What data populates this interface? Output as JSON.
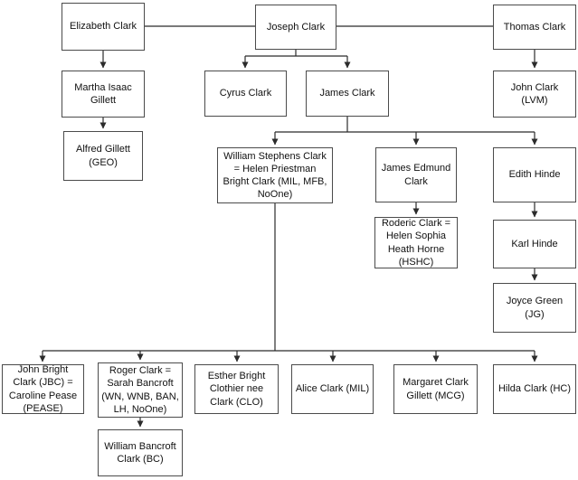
{
  "diagram": {
    "type": "family-tree-flowchart",
    "background_color": "#ffffff",
    "box_border_color": "#4b4b4b",
    "line_color": "#2b2b2b",
    "nodes": {
      "elizabeth": "Elizabeth Clark",
      "joseph": "Joseph Clark",
      "thomas": "Thomas Clark",
      "martha": "Martha Isaac Gillett",
      "cyrus": "Cyrus Clark",
      "james": "James Clark",
      "john": "John Clark (LVM)",
      "alfred": "Alfred Gillett (GEO)",
      "william_stephens": "William Stephens Clark = Helen Priestman Bright Clark (MIL, MFB, NoOne)",
      "james_edmund": "James Edmund Clark",
      "edith": "Edith Hinde",
      "roderic": "Roderic Clark = Helen Sophia Heath Horne (HSHC)",
      "karl": "Karl Hinde",
      "joyce": "Joyce Green (JG)",
      "john_bright": "John Bright Clark (JBC) = Caroline Pease (PEASE)",
      "roger": "Roger Clark = Sarah Bancroft (WN, WNB, BAN, LH, NoOne)",
      "esther": "Esther Bright Clothier nee Clark (CLO)",
      "alice": "Alice Clark (MIL)",
      "margaret": "Margaret Clark Gillett (MCG)",
      "hilda": "Hilda Clark (HC)",
      "william_bancroft": "William Bancroft Clark (BC)"
    },
    "edges": [
      {
        "from": "elizabeth",
        "to": "joseph",
        "kind": "plain-horizontal"
      },
      {
        "from": "joseph",
        "to": "thomas",
        "kind": "plain-horizontal"
      },
      {
        "from": "elizabeth",
        "to": "martha",
        "kind": "arrow"
      },
      {
        "from": "martha",
        "to": "alfred",
        "kind": "arrow"
      },
      {
        "from": "joseph",
        "to": "cyrus",
        "kind": "arrow-branch"
      },
      {
        "from": "joseph",
        "to": "james",
        "kind": "arrow-branch"
      },
      {
        "from": "thomas",
        "to": "john",
        "kind": "arrow"
      },
      {
        "from": "james",
        "to": "william_stephens",
        "kind": "arrow-branch"
      },
      {
        "from": "james",
        "to": "james_edmund",
        "kind": "arrow-branch"
      },
      {
        "from": "james",
        "to": "edith",
        "kind": "arrow-branch"
      },
      {
        "from": "james_edmund",
        "to": "roderic",
        "kind": "arrow"
      },
      {
        "from": "edith",
        "to": "karl",
        "kind": "arrow"
      },
      {
        "from": "karl",
        "to": "joyce",
        "kind": "arrow"
      },
      {
        "from": "william_stephens",
        "to": "john_bright",
        "kind": "arrow-branch"
      },
      {
        "from": "william_stephens",
        "to": "roger",
        "kind": "arrow-branch"
      },
      {
        "from": "william_stephens",
        "to": "esther",
        "kind": "arrow-branch"
      },
      {
        "from": "william_stephens",
        "to": "alice",
        "kind": "arrow-branch"
      },
      {
        "from": "william_stephens",
        "to": "margaret",
        "kind": "arrow-branch"
      },
      {
        "from": "william_stephens",
        "to": "hilda",
        "kind": "arrow-branch"
      },
      {
        "from": "roger",
        "to": "william_bancroft",
        "kind": "arrow"
      }
    ]
  }
}
